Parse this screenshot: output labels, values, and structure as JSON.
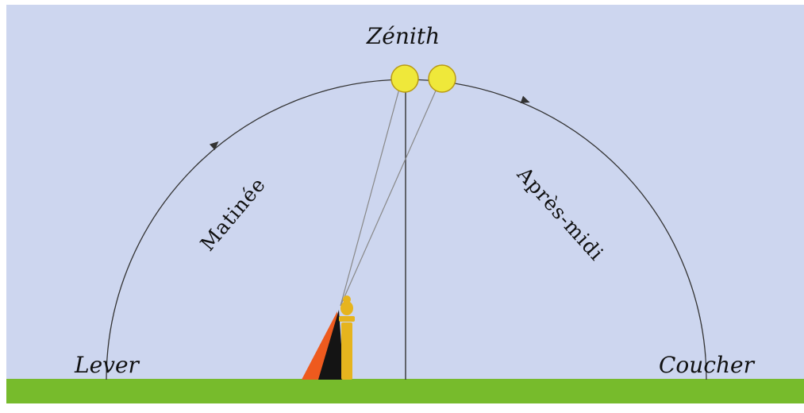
{
  "diagram": {
    "labels": {
      "zenith": "Zénith",
      "sunrise": "Lever",
      "sunset": "Coucher",
      "morning": "Matinée",
      "afternoon": "Après-midi"
    },
    "colors": {
      "sky": "#cdd6ef",
      "ground": "#77bb2c",
      "sun_fill": "#efe83a",
      "sun_stroke": "#b99a14",
      "arc": "#333333",
      "shadow_morning": "#ee5a1e",
      "shadow_noon": "#141414",
      "gnomon": "#e6b41e",
      "ray": "#888888"
    },
    "icons": {
      "sun": "sun-disc-icon",
      "gnomon": "gnomon-post-icon"
    }
  }
}
